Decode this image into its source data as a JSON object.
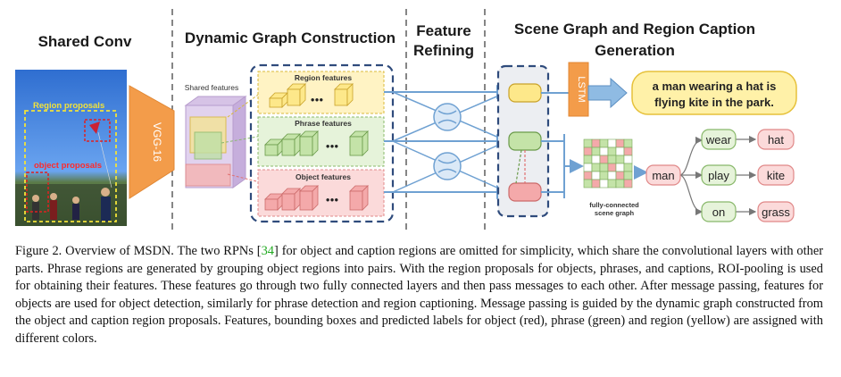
{
  "headers": {
    "shared_conv": "Shared Conv",
    "dynamic_graph": "Dynamic Graph Construction",
    "feature_refining_1": "Feature",
    "feature_refining_2": "Refining",
    "scene_graph_1": "Scene Graph and Region Caption",
    "scene_graph_2": "Generation"
  },
  "photo_labels": {
    "region_proposals": "Region proposals",
    "object_proposals": "object proposals"
  },
  "network": {
    "vgg": "VGG-16",
    "shared_features": "Shared features",
    "region_features": "Region features",
    "phrase_features": "Phrase features",
    "object_features": "Object features",
    "dots": "●●●",
    "lstm": "LSTM"
  },
  "outputs": {
    "caption_line1": "a man wearing a hat is",
    "caption_line2": "flying kite in the park.",
    "fc_label_1": "fully-connected",
    "fc_label_2": "scene graph"
  },
  "scene_graph": {
    "subject": "man",
    "predicates": [
      "wear",
      "play",
      "on"
    ],
    "objects": [
      "hat",
      "kite",
      "grass"
    ]
  },
  "colors": {
    "region_yellow": "#fde88a",
    "phrase_green": "#c4e3a8",
    "object_red": "#f4a9aa",
    "arrow_blue": "#6fa1d2",
    "dashed_navy": "#2f4b7c"
  },
  "caption": {
    "part1": "Figure 2. Overview of MSDN. The two RPNs [",
    "ref": "34",
    "part2": "] for object and caption regions are omitted for simplicity, which share the convolutional layers with other parts. Phrase regions are generated by grouping object regions into pairs. With the region proposals for objects, phrases, and captions, ROI-pooling is used for obtaining their features. These features go through two fully connected layers and then pass messages to each other. After message passing, features for objects are used for object detection, similarly for phrase detection and region captioning. Message passing is guided by the dynamic graph constructed from the object and caption region proposals. Features, bounding boxes and predicted labels for object (red), phrase (green) and region (yellow) are assigned with different colors."
  }
}
